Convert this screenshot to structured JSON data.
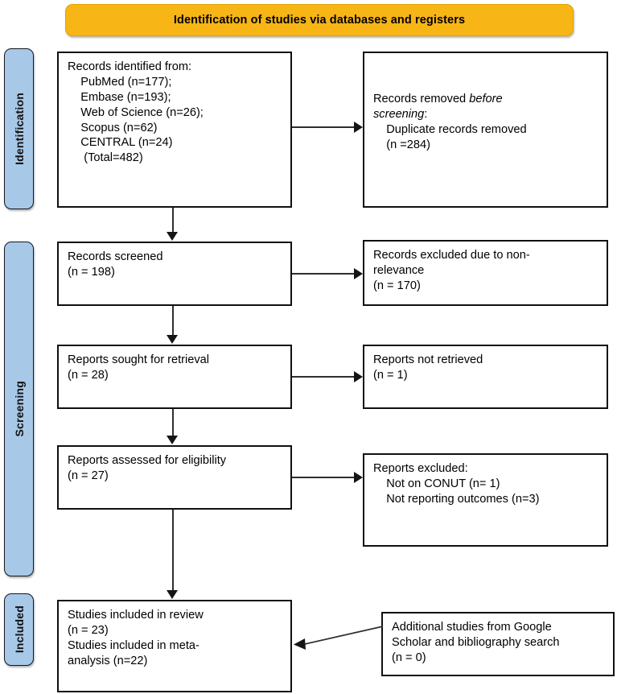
{
  "banner": {
    "title": "Identification of studies via databases and registers"
  },
  "phases": [
    {
      "id": "identification",
      "label": "Identification"
    },
    {
      "id": "screening",
      "label": "Screening"
    },
    {
      "id": "included",
      "label": "Included"
    }
  ],
  "boxes": {
    "identified": {
      "heading": "Records identified from:",
      "lines": [
        "    PubMed (n=177);",
        "    Embase (n=193);",
        "    Web of Science (n=26);",
        "    Scopus (n=62)",
        "    CENTRAL (n=24)",
        "     (Total=482)"
      ],
      "text": "Records identified from:\n    PubMed (n=177);\n    Embase (n=193);\n    Web of Science (n=26);\n    Scopus (n=62)\n    CENTRAL (n=24)\n     (Total=482)"
    },
    "removed": {
      "line1_pre": "Records removed ",
      "line1_italic": "before",
      "line2_italic": "screening",
      "line2_post": ":",
      "rest": "\n    Duplicate records removed\n    (n =284)"
    },
    "screened": {
      "text": "Records screened\n(n = 198)"
    },
    "excluded_nonrelevance": {
      "text": "Records excluded due to non-\nrelevance\n(n = 170)"
    },
    "sought": {
      "text": "Reports sought for retrieval\n(n = 28)"
    },
    "not_retrieved": {
      "text": "Reports not retrieved\n(n = 1)"
    },
    "assessed": {
      "text": "Reports assessed for eligibility\n(n = 27)"
    },
    "excluded_reports": {
      "text": "Reports excluded:\n    Not on CONUT (n= 1)\n    Not reporting outcomes (n=3)"
    },
    "included_studies": {
      "text": "Studies included in review\n(n = 23)\nStudies included in meta-\nanalysis (n=22)"
    },
    "additional": {
      "text": "Additional studies from Google\nScholar and bibliography search\n(n = 0)"
    }
  },
  "colors": {
    "banner_fill": "#f7b516",
    "phase_fill": "#a8c8e8",
    "box_border": "#101010",
    "connector": "#2f2f2f"
  }
}
